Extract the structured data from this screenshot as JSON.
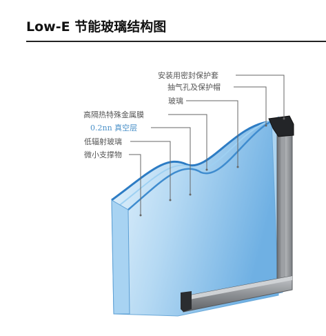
{
  "header": {
    "title": "Low-E 节能玻璃结构图"
  },
  "diagram": {
    "labels": [
      "安装用密封保护套",
      "抽气孔及保护帽",
      "玻璃",
      "高隔热特殊金属膜",
      "0.2nn 真空层",
      "低辐射玻璃",
      "微小支撑物"
    ],
    "colors": {
      "glass": "#8fc1ea",
      "glass_light": "#d4ebfa",
      "frame": "#8a8d90",
      "frame_dark": "#4a4d50",
      "accent": "#4a90c8",
      "leader": "#666666"
    }
  }
}
